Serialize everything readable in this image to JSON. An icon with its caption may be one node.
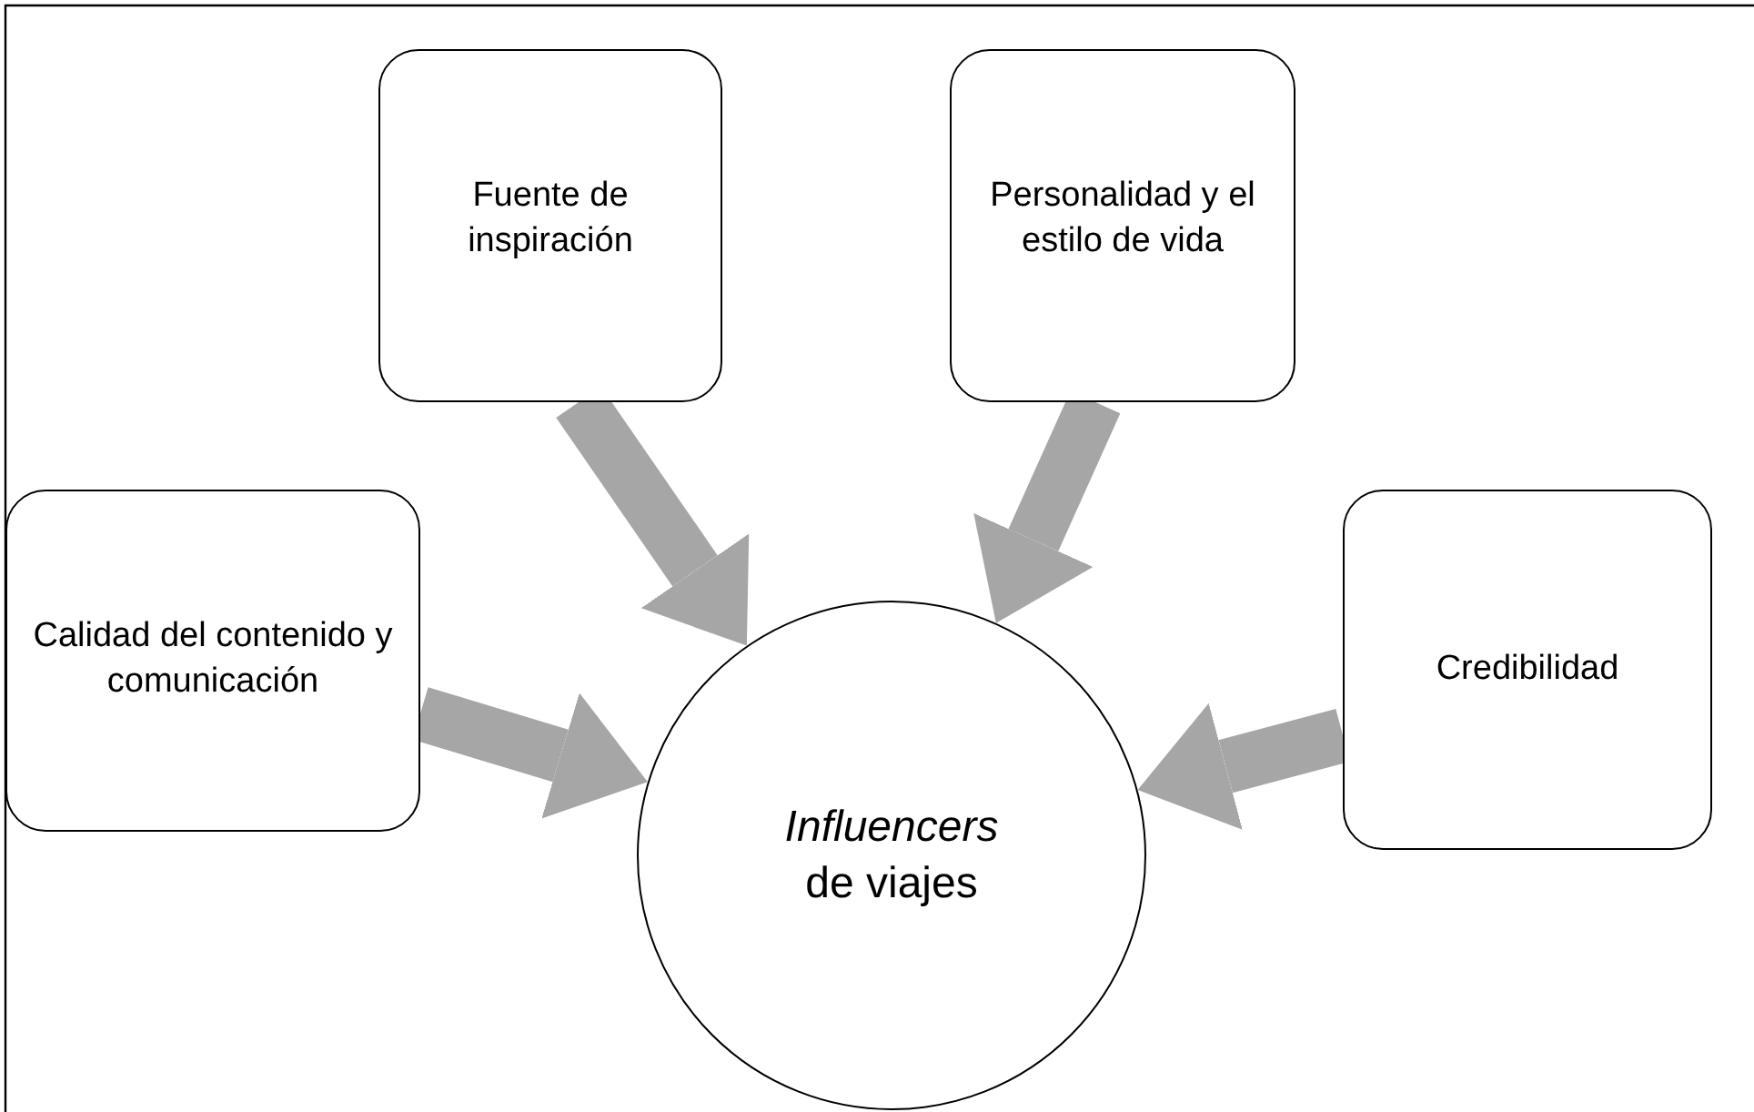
{
  "diagram": {
    "nodes": [
      {
        "text": [
          "Fuente de inspiración"
        ]
      },
      {
        "text": [
          "Personalidad y el estilo de vida"
        ]
      },
      {
        "text": [
          "Calidad del contenido y comunicación"
        ]
      },
      {
        "text": [
          "Credibilidad"
        ]
      },
      {
        "text": [
          "*Influencers* de viajes"
        ]
      }
    ],
    "edges": [
      {
        "from": 0,
        "to": 4,
        "arrow": "to"
      },
      {
        "from": 1,
        "to": 4,
        "arrow": "to"
      },
      {
        "from": 2,
        "to": 4,
        "arrow": "to"
      },
      {
        "from": 3,
        "to": 4,
        "arrow": "to"
      }
    ]
  }
}
